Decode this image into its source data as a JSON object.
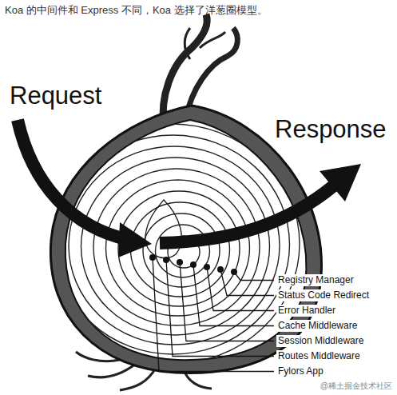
{
  "diagram": {
    "title": "Koa 的中间件和 Express 不同，Koa 选择了洋葱圈模型。",
    "labels": [
      "Request",
      "Response",
      "Registry Manager",
      "Status Code Redirect",
      "Error Handler",
      "Cache Middleware",
      "Session Middleware",
      "Routes Middleware",
      "Fylors App",
      "@稀土掘金技术社区"
    ]
  }
}
